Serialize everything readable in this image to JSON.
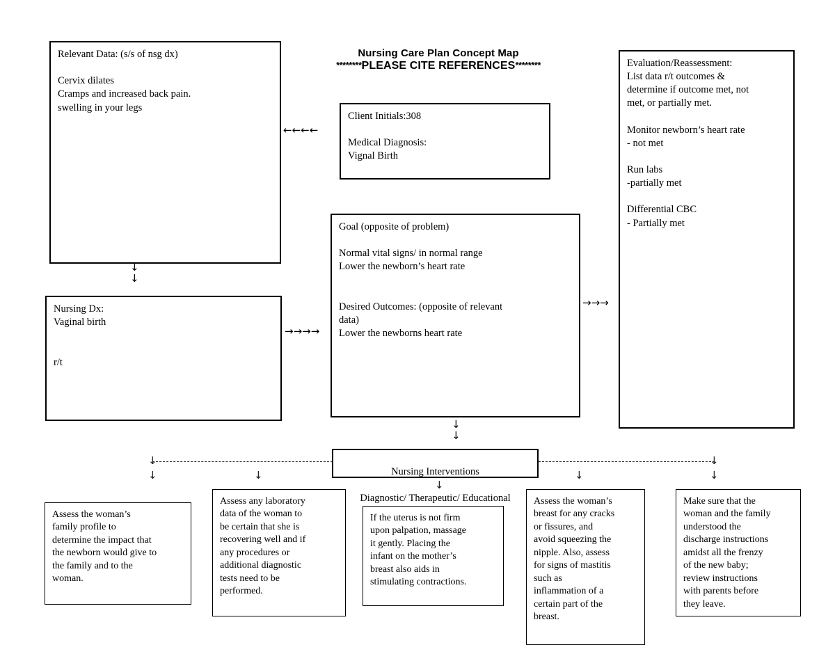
{
  "document": {
    "title_line1": "Nursing Care Plan Concept Map",
    "title_stars_left": "********",
    "title_line2": "PLEASE CITE REFERENCES",
    "title_stars_right": "********"
  },
  "boxes": {
    "relevant_data": {
      "name": "Relevant Data",
      "text": "Relevant Data: (s/s of nsg dx)\n\nCervix dilates\nCramps and increased back pain.\nswelling in your legs"
    },
    "client_info": {
      "name": "Client Information",
      "text": "Client Initials:308\n\nMedical Diagnosis:\nVignal Birth"
    },
    "evaluation": {
      "name": "Evaluation / Reassessment",
      "text": "Evaluation/Reassessment:\nList data r/t outcomes &\ndetermine if outcome met, not\nmet, or partially met.\n\nMonitor newborn’s heart rate\n- not met\n\nRun labs\n-partially met\n\nDifferential CBC\n- Partially met"
    },
    "goal": {
      "name": "Goal and Desired Outcomes",
      "text": "Goal (opposite of problem)\n\nNormal vital signs/ in normal range\nLower the newborn’s heart rate\n\n\nDesired Outcomes: (opposite of relevant\ndata)\nLower the newborns heart rate"
    },
    "nursing_dx": {
      "name": "Nursing Diagnosis",
      "text": "Nursing Dx:\nVaginal birth\n\n\nr/t"
    },
    "interventions_header": {
      "name": "Nursing Interventions",
      "line1": "Nursing Interventions",
      "line2": "Diagnostic/ Therapeutic/ Educational"
    }
  },
  "interventions": [
    {
      "id": "intervention-1",
      "text": "Assess the woman’s\nfamily profile to\ndetermine the impact that\nthe newborn would give to\nthe family and to the\nwoman."
    },
    {
      "id": "intervention-2",
      "text": "Assess any laboratory\ndata of the woman to\nbe certain that she is\nrecovering well and if\nany procedures or\nadditional diagnostic\ntests need to be\nperformed."
    },
    {
      "id": "intervention-3",
      "text": "If the uterus is not firm\nupon palpation, massage\nit gently. Placing the\ninfant on the mother’s\nbreast also aids in\nstimulating contractions."
    },
    {
      "id": "intervention-4",
      "text": "Assess the woman’s\nbreast for any cracks\nor fissures, and\navoid squeezing the\nnipple. Also, assess\nfor signs of mastitis\nsuch as\ninflammation of a\ncertain part of the\nbreast."
    },
    {
      "id": "intervention-5",
      "text": "Make sure that the\nwoman and the family\nunderstood the\ndischarge instructions\namidst all the frenzy\nof the new baby;\nreview instructions\nwith parents before\nthey leave."
    }
  ],
  "connectors": {
    "client_to_relevant": "←←←←",
    "nursingdx_to_goal": "→→→→",
    "goal_to_evaluation": "→→→",
    "relevant_to_nursingdx": [
      "↓",
      "↓"
    ],
    "goal_to_interventions": [
      "↓",
      "↓"
    ],
    "down_arrow": "↓"
  }
}
